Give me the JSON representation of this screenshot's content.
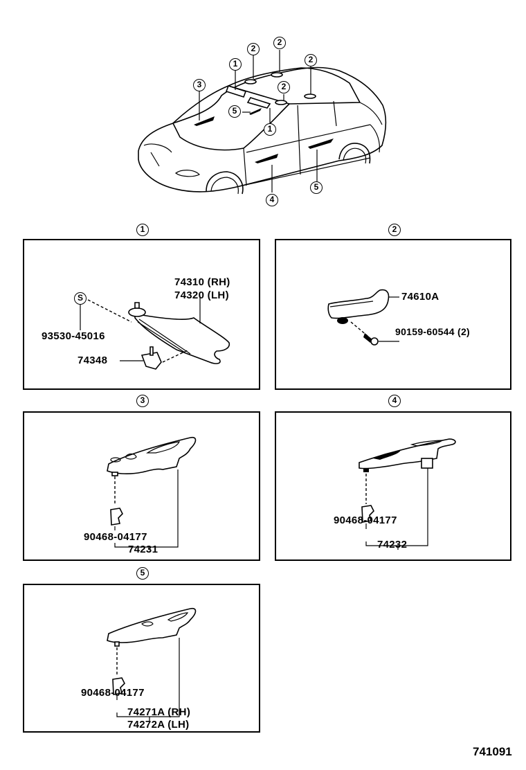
{
  "overview": {
    "callouts": [
      {
        "id": "1",
        "label": "1"
      },
      {
        "id": "1b",
        "label": "1"
      },
      {
        "id": "2a",
        "label": "2"
      },
      {
        "id": "2b",
        "label": "2"
      },
      {
        "id": "2c",
        "label": "2"
      },
      {
        "id": "2d",
        "label": "2"
      },
      {
        "id": "3",
        "label": "3"
      },
      {
        "id": "4",
        "label": "4"
      },
      {
        "id": "5a",
        "label": "5"
      },
      {
        "id": "5b",
        "label": "5"
      }
    ]
  },
  "sections": [
    {
      "number": "1",
      "parts": [
        {
          "part_no": "74310 (RH)"
        },
        {
          "part_no": "74320 (LH)"
        },
        {
          "part_no": "93530-45016",
          "symbol": "S"
        },
        {
          "part_no": "74348"
        }
      ]
    },
    {
      "number": "2",
      "parts": [
        {
          "part_no": "74610A"
        },
        {
          "part_no": "90159-60544 (2)"
        }
      ]
    },
    {
      "number": "3",
      "parts": [
        {
          "part_no": "90468-04177"
        },
        {
          "part_no": "74231"
        }
      ]
    },
    {
      "number": "4",
      "parts": [
        {
          "part_no": "90468-04177"
        },
        {
          "part_no": "74232"
        }
      ]
    },
    {
      "number": "5",
      "parts": [
        {
          "part_no": "90468-04177"
        },
        {
          "part_no": "74271A (RH)"
        },
        {
          "part_no": "74272A (LH)"
        }
      ]
    }
  ],
  "illustration_number": "741091"
}
